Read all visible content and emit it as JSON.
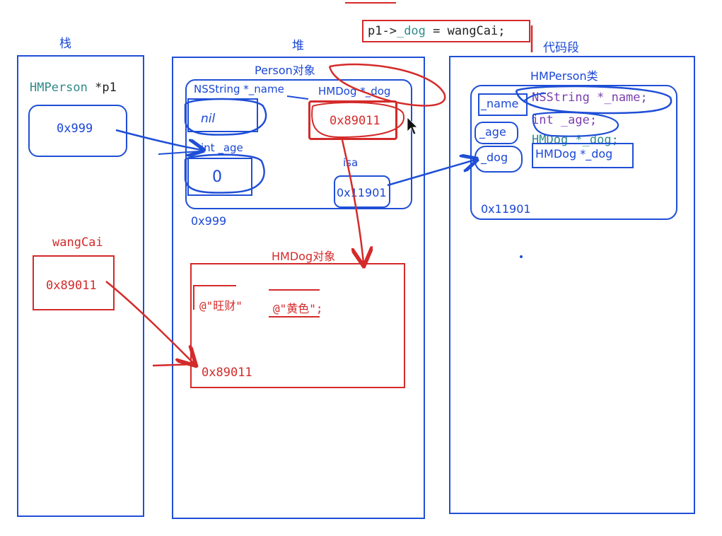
{
  "code_line": "p1->_dog = wangCai;",
  "code_parts": {
    "prefix": "p1->",
    "member": "_dog",
    "suffix": " = wangCai;"
  },
  "regions": {
    "stack": "栈",
    "heap": "堆",
    "code": "代码段"
  },
  "stack": {
    "var_type": "HMPerson",
    "var_name": "*p1",
    "p1_value": "0x999",
    "wangcai_name": "wangCai",
    "wangcai_value": "0x89011"
  },
  "person_object": {
    "title": "Person对象",
    "field_name": "NSString *_name",
    "field_name_value": "nil",
    "field_dog": "HMDog *_dog",
    "field_dog_value": "0x89011",
    "field_age": "int _age",
    "field_age_value": "0",
    "isa_label": "isa",
    "isa_value": "0x11901",
    "address": "0x999"
  },
  "dog_object": {
    "title": "HMDog对象",
    "name_value": "@\"旺财\"",
    "color_value": "@\"黄色\";",
    "address": "0x89011"
  },
  "person_class": {
    "title": "HMPerson类",
    "ivar_labels": [
      "_name",
      "_age",
      "_dog"
    ],
    "decl_name": "NSString *_name;",
    "decl_age": "int _age;",
    "decl_dog": "HMDog *_dog;",
    "decl_dog_hand": "HMDog *_dog",
    "address": "0x11901"
  },
  "colors": {
    "blue": "#1f4fd6",
    "red": "#d42a2a",
    "teal": "#2f8a8a"
  }
}
